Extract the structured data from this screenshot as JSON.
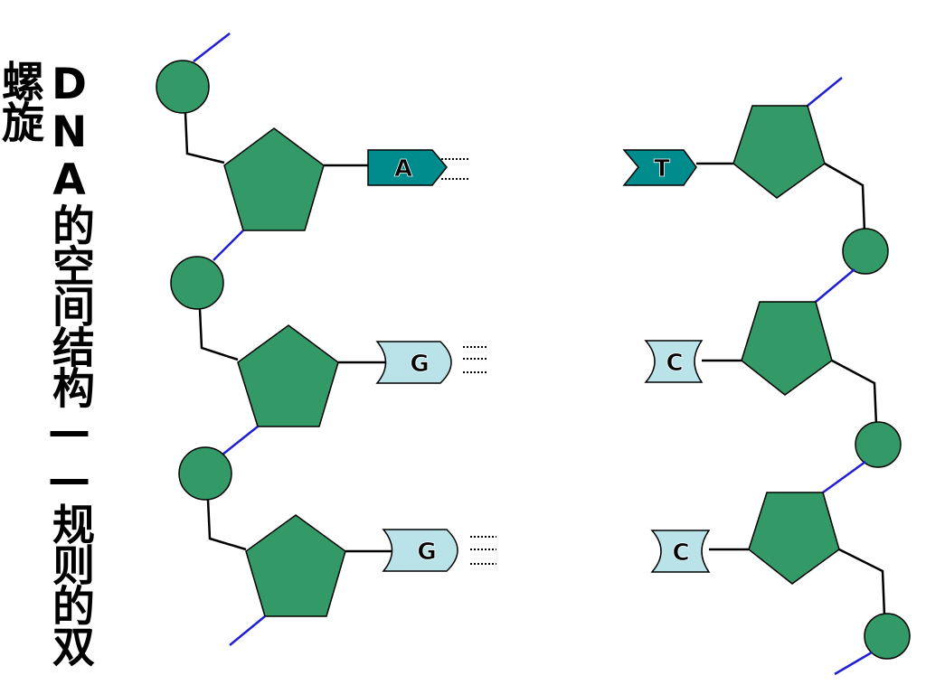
{
  "title": "DNA的空间结构——规则的双螺旋",
  "colors": {
    "sugar": "#339966",
    "backbone_blue": "#1f1fd6",
    "purine_teal": "#008c8c",
    "pyrimidine_light": "#b9e3e8",
    "stroke": "#000000"
  },
  "strands": {
    "left": {
      "bases": [
        "A",
        "G",
        "G"
      ]
    },
    "right": {
      "bases": [
        "T",
        "C",
        "C"
      ]
    }
  }
}
